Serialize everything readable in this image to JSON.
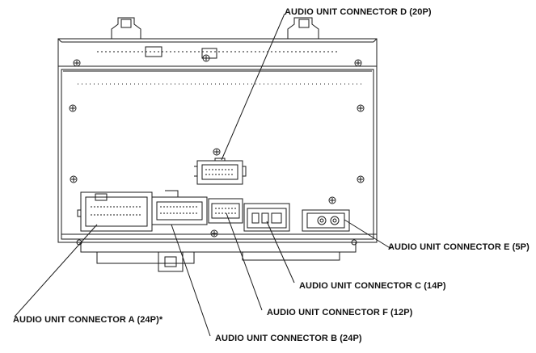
{
  "labels": {
    "connector_d": "AUDIO UNIT CONNECTOR D (20P)",
    "connector_e": "AUDIO UNIT CONNECTOR E (5P)",
    "connector_c": "AUDIO UNIT CONNECTOR C (14P)",
    "connector_f": "AUDIO UNIT CONNECTOR F (12P)",
    "connector_a": "AUDIO UNIT CONNECTOR A (24P)*",
    "connector_b": "AUDIO UNIT CONNECTOR B (24P)"
  },
  "colors": {
    "line": "#1a1a1a",
    "background": "#ffffff"
  }
}
